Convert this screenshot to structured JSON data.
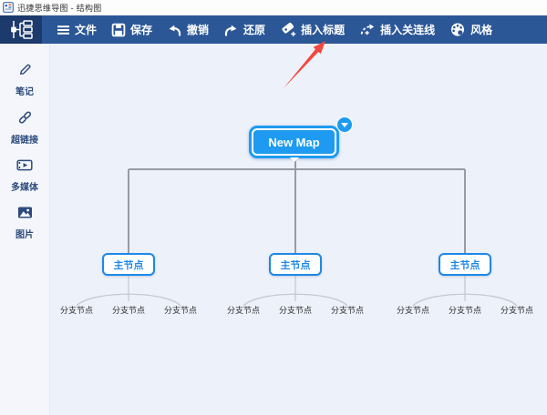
{
  "window": {
    "title": "迅捷思维导图 - 结构图"
  },
  "toolbar": {
    "items": [
      {
        "label": "文件",
        "icon": "menu-icon"
      },
      {
        "label": "保存",
        "icon": "save-icon"
      },
      {
        "label": "撤销",
        "icon": "undo-icon"
      },
      {
        "label": "还原",
        "icon": "redo-icon"
      },
      {
        "label": "插入标题",
        "icon": "insert-title-tag-icon"
      },
      {
        "label": "插入关连线",
        "icon": "insert-connector-icon"
      },
      {
        "label": "风格",
        "icon": "palette-icon"
      }
    ]
  },
  "sidebar": {
    "items": [
      {
        "label": "笔记",
        "icon": "pencil-icon"
      },
      {
        "label": "超链接",
        "icon": "link-icon"
      },
      {
        "label": "多媒体",
        "icon": "media-icon"
      },
      {
        "label": "图片",
        "icon": "image-icon"
      }
    ]
  },
  "mindmap": {
    "root": {
      "label": "New Map"
    },
    "main_nodes": [
      {
        "label": "主节点",
        "children": [
          "分支节点",
          "分支节点",
          "分支节点"
        ]
      },
      {
        "label": "主节点",
        "children": [
          "分支节点",
          "分支节点",
          "分支节点"
        ]
      },
      {
        "label": "主节点",
        "children": [
          "分支节点",
          "分支节点",
          "分支节点"
        ]
      }
    ]
  },
  "annotation": {
    "arrow_color": "#F4473E"
  },
  "colors": {
    "toolbar_bg": "#2B5797",
    "brand_tile_bg": "#1C3A6B",
    "node_blue": "#1E9BF0",
    "node_border_blue": "#1E88E5",
    "canvas_bg": "#EDF1F9",
    "sidebar_bg": "#F4F6FB",
    "tree_line_gray": "#969CA4",
    "branch_line_gray": "#C5C9D0"
  }
}
